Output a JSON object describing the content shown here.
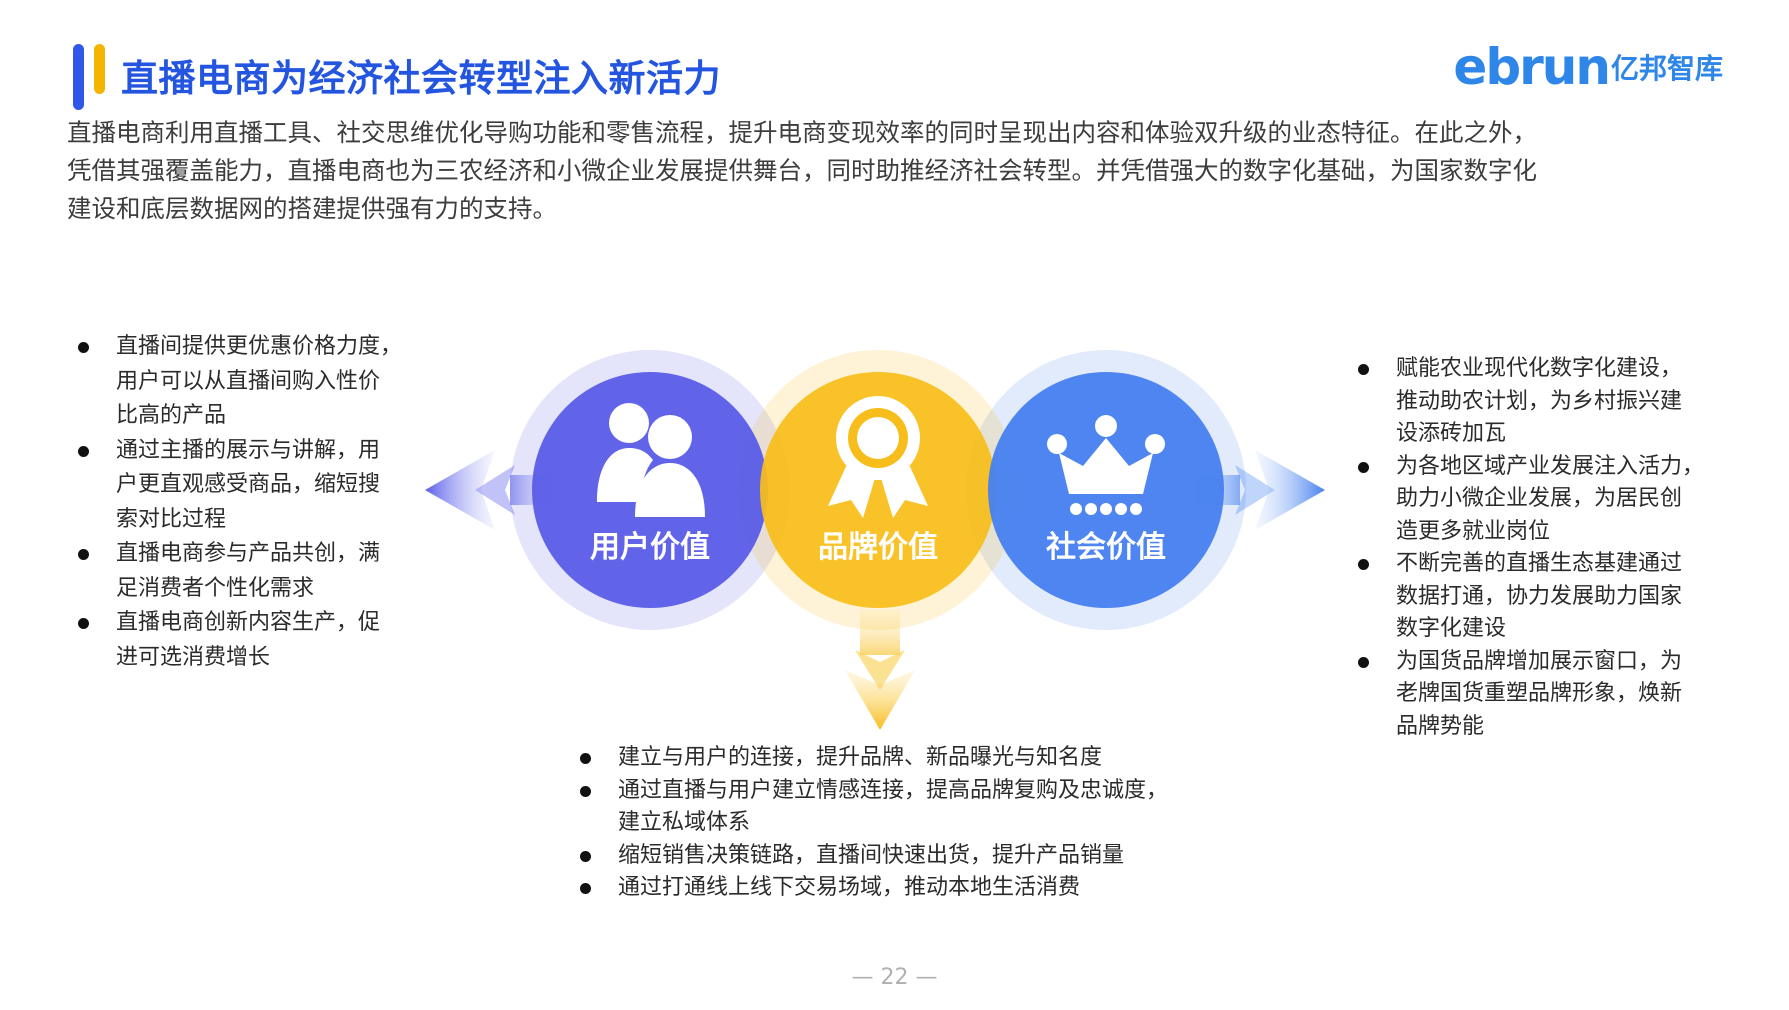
{
  "header": {
    "title": "直播电商为经济社会转型注入新活力",
    "logo_word": "ebrun",
    "logo_cn": "亿邦智库"
  },
  "intro": {
    "lines": [
      "直播电商利用直播工具、社交思维优化导购功能和零售流程，提升电商变现效率的同时呈现出内容和体验双升级的业态特征。在此之外，",
      "凭借其强覆盖能力，直播电商也为三农经济和小微企业发展提供舞台，同时助推经济社会转型。并凭借强大的数字化基础，为国家数字化",
      "建设和底层数据网的搭建提供强有力的支持。"
    ]
  },
  "diagram": {
    "circles": [
      {
        "label": "用户价值",
        "icon": "users-icon",
        "color": "#5a5ce8"
      },
      {
        "label": "品牌价值",
        "icon": "award-ribbon-icon",
        "color": "#f7bd1b"
      },
      {
        "label": "社会价值",
        "icon": "crown-icon",
        "color": "#4680ef"
      }
    ]
  },
  "user_value": {
    "items": [
      [
        "直播间提供更优惠价格力度，",
        "用户可以从直播间购入性价",
        "比高的产品"
      ],
      [
        "通过主播的展示与讲解，用",
        "户更直观感受商品，缩短搜",
        "索对比过程"
      ],
      [
        "直播电商参与产品共创，满",
        "足消费者个性化需求"
      ],
      [
        "直播电商创新内容生产，促",
        "进可选消费增长"
      ]
    ]
  },
  "social_value": {
    "items": [
      [
        "赋能农业现代化数字化建设，",
        "推动助农计划，为乡村振兴建",
        "设添砖加瓦"
      ],
      [
        "为各地区域产业发展注入活力，",
        "助力小微企业发展，为居民创",
        "造更多就业岗位"
      ],
      [
        "不断完善的直播生态基建通过",
        "数据打通，协力发展助力国家",
        "数字化建设"
      ],
      [
        "为国货品牌增加展示窗口，为",
        "老牌国货重塑品牌形象，焕新",
        "品牌势能"
      ]
    ]
  },
  "brand_value": {
    "items": [
      [
        "建立与用户的连接，提升品牌、新品曝光与知名度"
      ],
      [
        "通过直播与用户建立情感连接，提高品牌复购及忠诚度，",
        "建立私域体系"
      ],
      [
        "缩短销售决策链路，直播间快速出货，提升产品销量"
      ],
      [
        "通过打通线上线下交易场域，推动本地生活消费"
      ]
    ]
  },
  "footer": {
    "page_number": "— 22 —"
  }
}
